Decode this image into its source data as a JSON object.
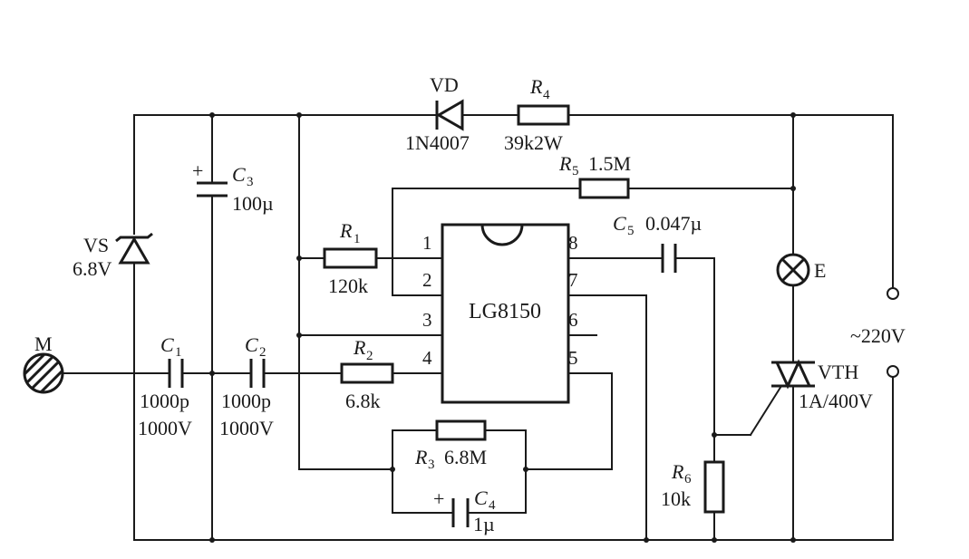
{
  "chip": {
    "name": "LG8150",
    "pins": [
      "1",
      "2",
      "3",
      "4",
      "5",
      "6",
      "7",
      "8"
    ]
  },
  "components": {
    "vd": {
      "ref": "VD",
      "value": "1N4007"
    },
    "r4": {
      "ref": "R",
      "sub": "4",
      "value": "39k2W"
    },
    "r5": {
      "ref": "R",
      "sub": "5",
      "value": "1.5M"
    },
    "r1": {
      "ref": "R",
      "sub": "1",
      "value": "120k"
    },
    "r2": {
      "ref": "R",
      "sub": "2",
      "value": "6.8k"
    },
    "r3": {
      "ref": "R",
      "sub": "3",
      "value": "6.8M"
    },
    "r6": {
      "ref": "R",
      "sub": "6",
      "value": "10k"
    },
    "c1": {
      "ref": "C",
      "sub": "1",
      "value": "1000p",
      "rating": "1000V"
    },
    "c2": {
      "ref": "C",
      "sub": "2",
      "value": "1000p",
      "rating": "1000V"
    },
    "c3": {
      "ref": "C",
      "sub": "3",
      "value": "100µ",
      "polarity": "+"
    },
    "c4": {
      "ref": "C",
      "sub": "4",
      "value": "1µ",
      "polarity": "+"
    },
    "c5": {
      "ref": "C",
      "sub": "5",
      "value": "0.047µ"
    },
    "vs": {
      "ref": "VS",
      "value": "6.8V"
    },
    "m": {
      "ref": "M"
    },
    "e": {
      "ref": "E"
    },
    "vth": {
      "ref": "VTH",
      "value": "1A/400V"
    },
    "supply": {
      "label": "~220V"
    }
  }
}
